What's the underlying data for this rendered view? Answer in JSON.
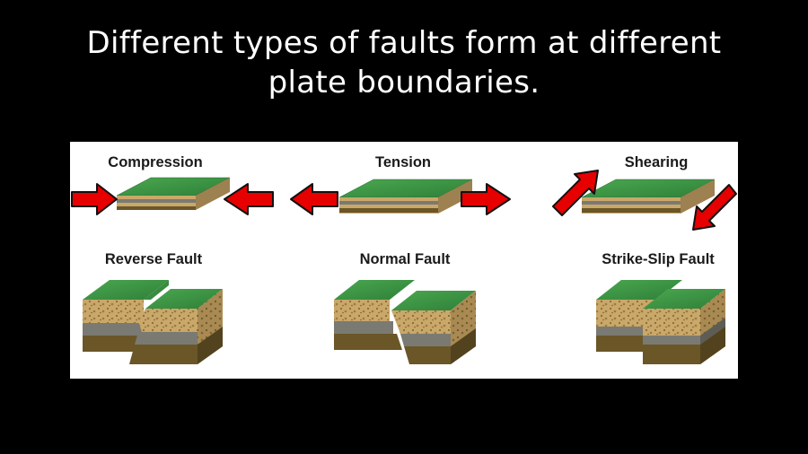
{
  "slide": {
    "title_line1": "Different types of faults form at different",
    "title_line2": "plate boundaries."
  },
  "stresses": [
    {
      "label": "Compression"
    },
    {
      "label": "Tension"
    },
    {
      "label": "Shearing"
    }
  ],
  "faults": [
    {
      "label": "Reverse Fault"
    },
    {
      "label": "Normal Fault"
    },
    {
      "label": "Strike-Slip Fault"
    }
  ],
  "colors": {
    "background": "#000000",
    "panel": "#ffffff",
    "arrow_fill": "#e60000",
    "plate_top": "#3f9a45",
    "rock_sand": "#c9a86a",
    "rock_gray": "#7a7a72",
    "rock_brown": "#6b5628"
  }
}
